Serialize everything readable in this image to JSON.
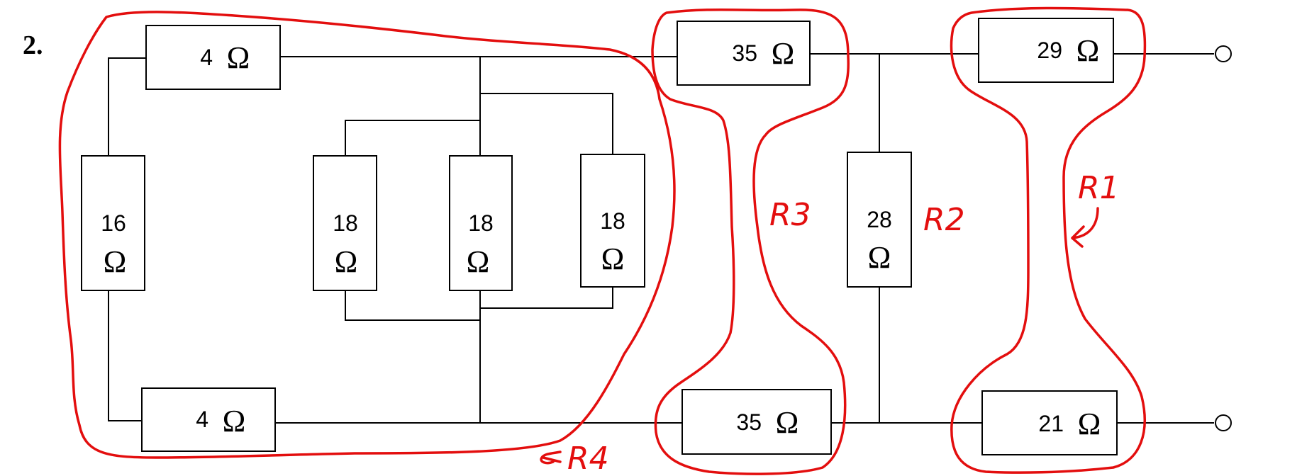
{
  "problem_number": "2.",
  "unit_symbol": "Ω",
  "resistors": {
    "r4_top_left": "4",
    "r16_left": "16",
    "r4_bottom_left": "4",
    "r18_a": "18",
    "r18_b": "18",
    "r18_c": "18",
    "r35_top": "35",
    "r35_bottom": "35",
    "r28_middle": "28",
    "r29_top_right": "29",
    "r21_bottom_right": "21"
  },
  "annotations": {
    "r1": "R1",
    "r2": "R2",
    "r3": "R3",
    "r4": "R4"
  },
  "annotation_color": "#e30e0e"
}
